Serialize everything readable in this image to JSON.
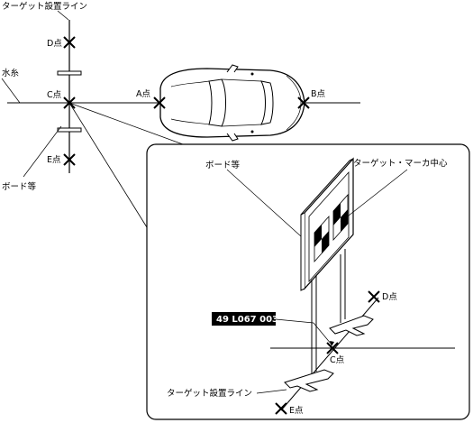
{
  "labels": {
    "target_line_top": "ターゲット設置ライン",
    "point_d": "D点",
    "horizontal_thread": "水糸",
    "point_c": "C点",
    "point_a": "A点",
    "point_b": "B点",
    "point_e": "E点",
    "board_left": "ボード等",
    "board_detail": "ボード等",
    "target_mark_center": "ターゲット・マーカ中心",
    "part_code": "49 L067 003",
    "point_d_detail": "D点",
    "point_c_detail": "C点",
    "target_line_detail": "ターゲット設置ライン",
    "point_e_detail": "E点"
  }
}
